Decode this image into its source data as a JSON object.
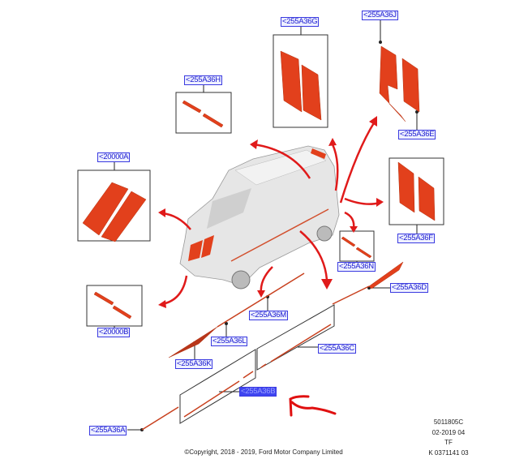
{
  "callouts": {
    "g": "<255A36G",
    "j": "<255A36J",
    "h": "<255A36H",
    "e": "<255A36E",
    "a20000": "<20000A",
    "f": "<255A36F",
    "n": "<255A36N",
    "d": "<255A36D",
    "m": "<255A36M",
    "b20000": "<20000B",
    "l": "<255A36L",
    "c": "<255A36C",
    "k": "<255A36K",
    "b": "<255A36B",
    "a": "<255A36A"
  },
  "footer": {
    "ref1": "5011805C",
    "ref2": "02-2019 04",
    "ref3": "TF",
    "ref4": "K 0371141 03",
    "copyright": "©Copyright, 2018 - 2019, Ford Motor Company Limited"
  },
  "colors": {
    "stripe": "#e2401c",
    "arrow": "#e01a1a",
    "callout": "#3a3ae0"
  }
}
